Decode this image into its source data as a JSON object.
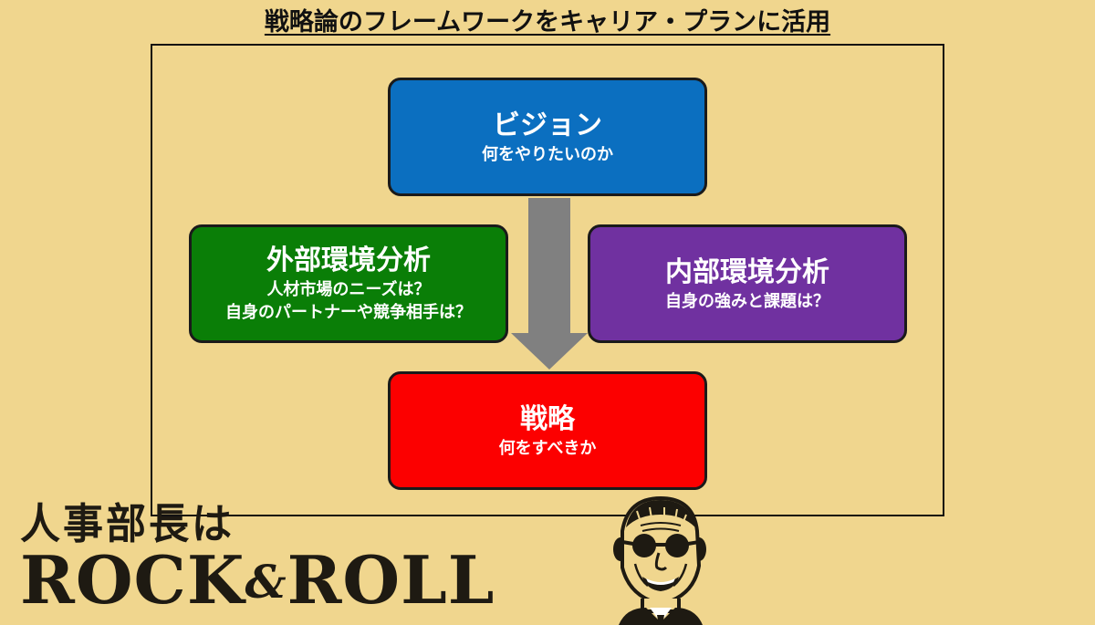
{
  "title": "戦略論のフレームワークをキャリア・プランに活用",
  "boxes": {
    "vision": {
      "heading": "ビジョン",
      "lines": [
        "何をやりたいのか"
      ]
    },
    "external": {
      "heading": "外部環境分析",
      "lines": [
        "人材市場のニーズは？",
        "自身のパートナーや競争相手は？"
      ]
    },
    "internal": {
      "heading": "内部環境分析",
      "lines": [
        "自身の強みと課題は？"
      ]
    },
    "strategy": {
      "heading": "戦略",
      "lines": [
        "何をすべきか"
      ]
    }
  },
  "logo": {
    "jp": "人事部長は",
    "en_left": "ROCK",
    "amp": "&",
    "en_right": "ROLL"
  },
  "colors": {
    "background": "#f0d68e",
    "vision": "#0b6fc0",
    "external": "#0a7e07",
    "internal": "#7031a0",
    "strategy": "#fc0000",
    "arrow": "#808080"
  }
}
